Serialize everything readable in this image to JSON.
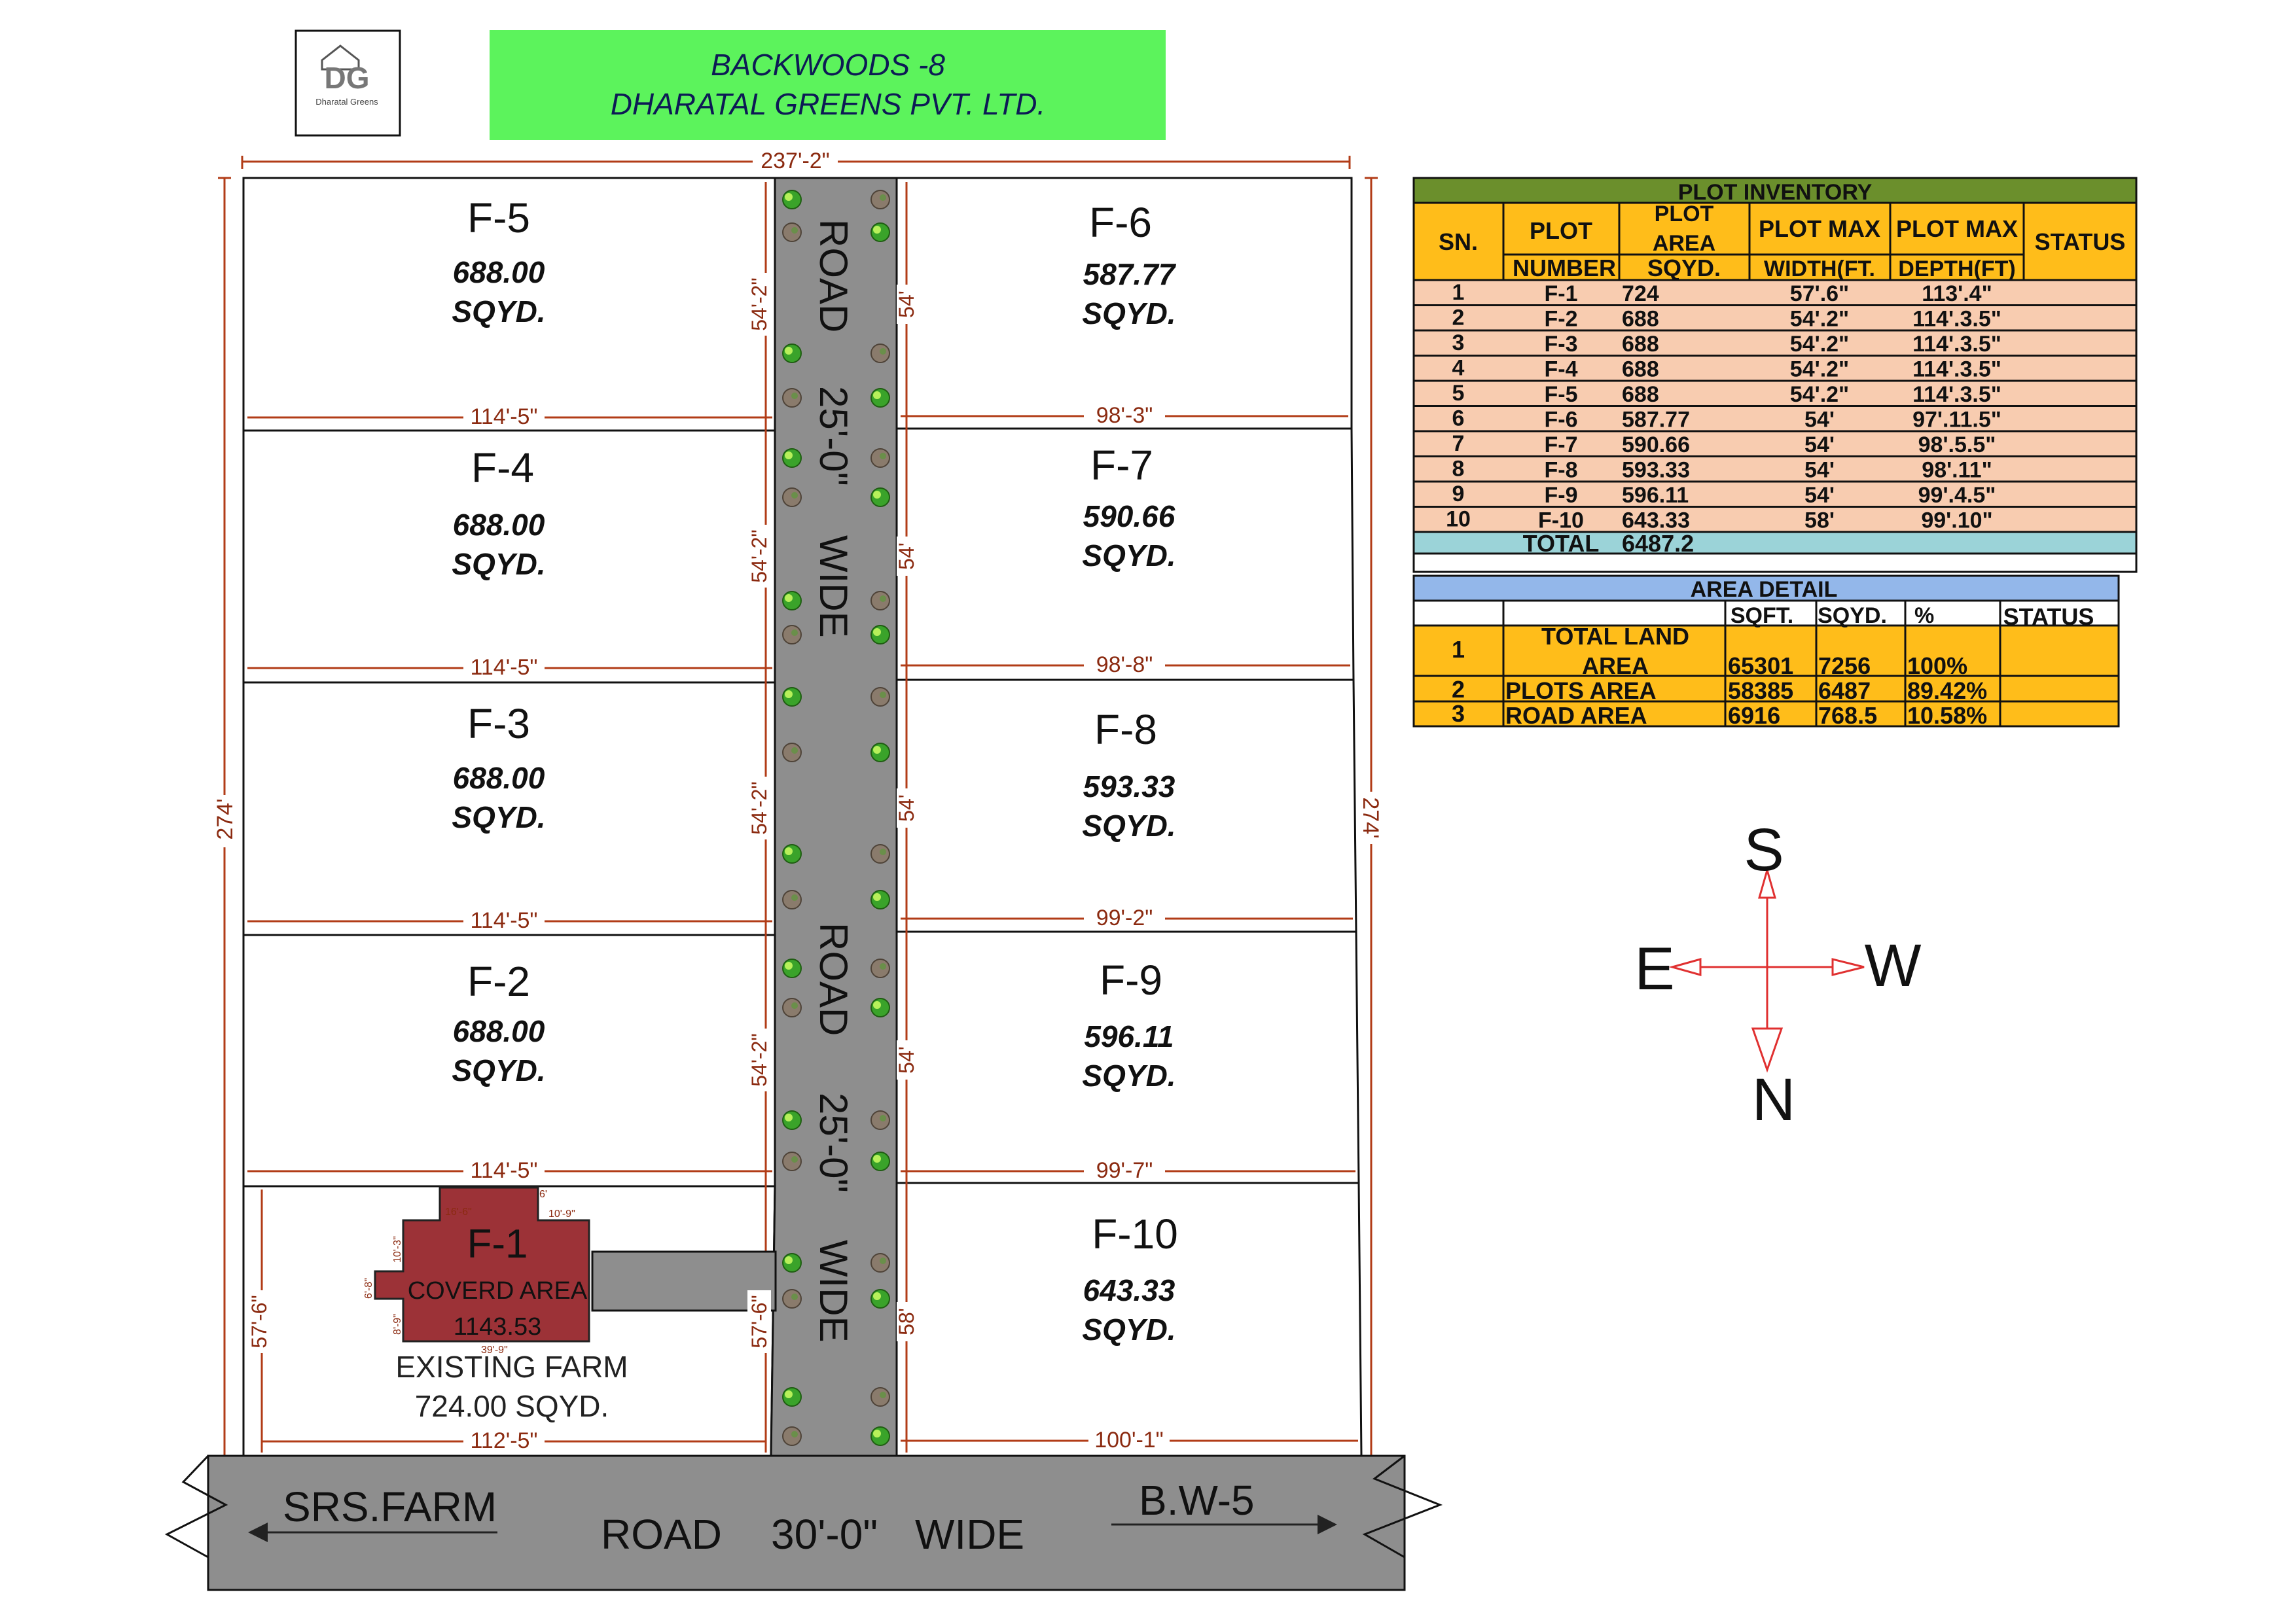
{
  "header": {
    "logo_text": "DG",
    "logo_subtext": "Dharatal Greens",
    "title_line1": "BACKWOODS -8",
    "title_line2": "DHARATAL GREENS PVT. LTD.",
    "colors": {
      "title_bg": "#5cf35c",
      "road": "#8e8e8e",
      "dimension": "#b23c17",
      "covered": "#9c3237",
      "arrow": "#e03030"
    }
  },
  "dimensions": {
    "top_width": "237'-2\"",
    "left_height": "274'",
    "right_height": "274'",
    "left_col_widths": [
      "114'-5\"",
      "114'-5\"",
      "114'-5\"",
      "114'-5\"",
      "112'-5\""
    ],
    "left_col_road_depths": [
      "54'-2\"",
      "54'-2\"",
      "54'-2\"",
      "54'-2\"",
      "57'-6\""
    ],
    "f1_left_depth": "57'-6\"",
    "right_col_widths": [
      "98'-3\"",
      "98'-8\"",
      "99'-2\"",
      "99'-7\"",
      "100'-1\""
    ],
    "right_col_road_depths": [
      "54'",
      "54'",
      "54'",
      "54'",
      "58'"
    ],
    "covered_dims": [
      "16'-6\"",
      "10'-9\"",
      "10'-3\"",
      "6'-8\"",
      "8'-9\"",
      "39'-9\"",
      "6'"
    ]
  },
  "plots": {
    "f5": {
      "id": "F-5",
      "area": "688.00",
      "unit": "SQYD."
    },
    "f4": {
      "id": "F-4",
      "area": "688.00",
      "unit": "SQYD."
    },
    "f3": {
      "id": "F-3",
      "area": "688.00",
      "unit": "SQYD."
    },
    "f2": {
      "id": "F-2",
      "area": "688.00",
      "unit": "SQYD."
    },
    "f1": {
      "id": "F-1",
      "covered_label": "COVERD AREA",
      "covered_value": "1143.53",
      "farm_label": "EXISTING FARM",
      "farm_area": "724.00 SQYD."
    },
    "f6": {
      "id": "F-6",
      "area": "587.77",
      "unit": "SQYD."
    },
    "f7": {
      "id": "F-7",
      "area": "590.66",
      "unit": "SQYD."
    },
    "f8": {
      "id": "F-8",
      "area": "593.33",
      "unit": "SQYD."
    },
    "f9": {
      "id": "F-9",
      "area": "596.11",
      "unit": "SQYD."
    },
    "f10": {
      "id": "F-10",
      "area": "643.33",
      "unit": "SQYD."
    }
  },
  "road_internal": {
    "upper": [
      "ROAD",
      "25'-0\"",
      "WIDE"
    ],
    "lower": [
      "ROAD",
      "25'-0\"",
      "WIDE"
    ]
  },
  "road_main": {
    "left_label": "SRS.FARM",
    "center_road": "ROAD",
    "center_width": "30'-0\"",
    "center_wide": "WIDE",
    "right_label": "B.W-5"
  },
  "compass": {
    "top": "S",
    "left": "E",
    "right": "W",
    "bottom": "N"
  },
  "inventory": {
    "title": "PLOT INVENTORY",
    "headers": {
      "sn": "SN.",
      "plot_top": "PLOT",
      "plot_bottom": "NUMBER",
      "area_top1": "PLOT",
      "area_top2": "AREA",
      "area_bottom": "SQYD.",
      "width_top": "PLOT MAX",
      "width_bottom": "WIDTH(FT.",
      "depth_top": "PLOT MAX",
      "depth_bottom": "DEPTH(FT)",
      "status": "STATUS"
    },
    "rows": [
      {
        "sn": "1",
        "plot": "F-1",
        "area": "724",
        "width": "57'.6\"",
        "depth": "113'.4\""
      },
      {
        "sn": "2",
        "plot": "F-2",
        "area": "688",
        "width": "54'.2\"",
        "depth": "114'.3.5\""
      },
      {
        "sn": "3",
        "plot": "F-3",
        "area": "688",
        "width": "54'.2\"",
        "depth": "114'.3.5\""
      },
      {
        "sn": "4",
        "plot": "F-4",
        "area": "688",
        "width": "54'.2\"",
        "depth": "114'.3.5\""
      },
      {
        "sn": "5",
        "plot": "F-5",
        "area": "688",
        "width": "54'.2\"",
        "depth": "114'.3.5\""
      },
      {
        "sn": "6",
        "plot": "F-6",
        "area": "587.77",
        "width": "54'",
        "depth": "97'.11.5\""
      },
      {
        "sn": "7",
        "plot": "F-7",
        "area": "590.66",
        "width": "54'",
        "depth": "98'.5.5\""
      },
      {
        "sn": "8",
        "plot": "F-8",
        "area": "593.33",
        "width": "54'",
        "depth": "98'.11\""
      },
      {
        "sn": "9",
        "plot": "F-9",
        "area": "596.11",
        "width": "54'",
        "depth": "99'.4.5\""
      },
      {
        "sn": "10",
        "plot": "F-10",
        "area": "643.33",
        "width": "58'",
        "depth": "99'.10\""
      }
    ],
    "total_label": "TOTAL",
    "total_value": "6487.2"
  },
  "area_detail": {
    "title": "AREA DETAIL",
    "headers": {
      "sqft": "SQFT.",
      "sqyd": "SQYD.",
      "pct": "%",
      "status": "STATUS"
    },
    "rows": [
      {
        "sn": "1",
        "label1": "TOTAL LAND",
        "label2": "AREA",
        "sqft": "65301",
        "sqyd": "7256",
        "pct": "100%"
      },
      {
        "sn": "2",
        "label1": "PLOTS AREA",
        "label2": "",
        "sqft": "58385",
        "sqyd": "6487",
        "pct": "89.42%"
      },
      {
        "sn": "3",
        "label1": "ROAD AREA",
        "label2": "",
        "sqft": "6916",
        "sqyd": "768.5",
        "pct": "10.58%"
      }
    ]
  }
}
